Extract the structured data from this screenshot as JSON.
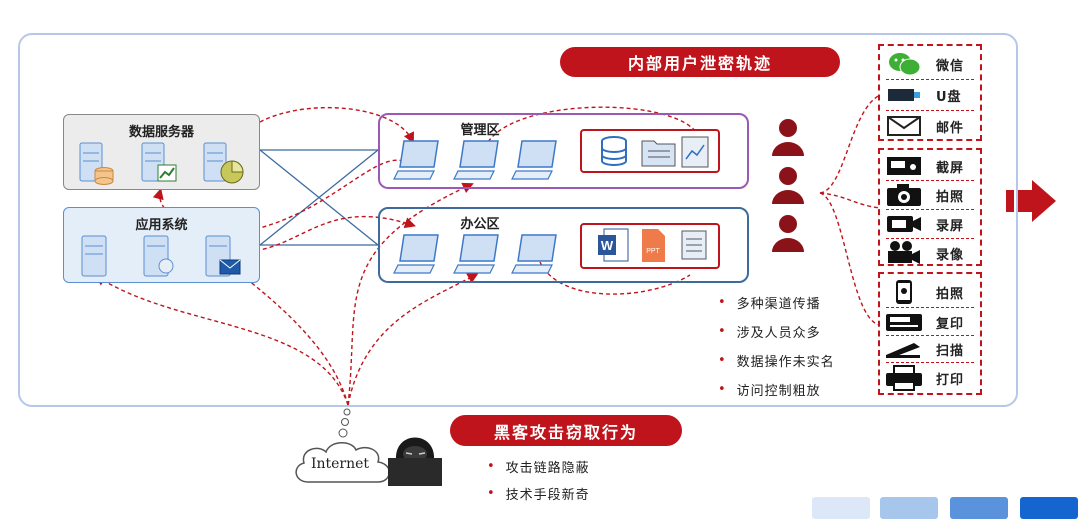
{
  "title": "内部用户泄密轨迹",
  "zones": {
    "data_server": "数据服务器",
    "app_system": "应用系统",
    "management": "管理区",
    "office": "办公区"
  },
  "internal_bullets": [
    "多种渠道传播",
    "涉及人员众多",
    "数据操作未实名",
    "访问控制粗放"
  ],
  "channels": {
    "group1": [
      {
        "label": "微信",
        "icon": "wechat-icon"
      },
      {
        "label": "U盘",
        "icon": "usb-drive-icon"
      },
      {
        "label": "邮件",
        "icon": "mail-icon"
      }
    ],
    "group2": [
      {
        "label": "截屏",
        "icon": "screenshot-icon"
      },
      {
        "label": "拍照",
        "icon": "camera-icon"
      },
      {
        "label": "录屏",
        "icon": "screen-record-icon"
      },
      {
        "label": "录像",
        "icon": "video-camera-icon"
      }
    ],
    "group3": [
      {
        "label": "拍照",
        "icon": "phone-camera-icon"
      },
      {
        "label": "复印",
        "icon": "copier-icon"
      },
      {
        "label": "扫描",
        "icon": "scanner-icon"
      },
      {
        "label": "打印",
        "icon": "printer-icon"
      }
    ]
  },
  "internet_label": "Internet",
  "hacker_title": "黑客攻击窃取行为",
  "hacker_bullets": [
    "攻击链路隐蔽",
    "技术手段新奇"
  ],
  "colors": {
    "accent_red": "#c0141c",
    "dark_red": "#8b1218",
    "frame_blue": "#b5c8ea",
    "legend": [
      "#dce8f7",
      "#a7c6ec",
      "#5a93dc",
      "#1565d1"
    ]
  }
}
